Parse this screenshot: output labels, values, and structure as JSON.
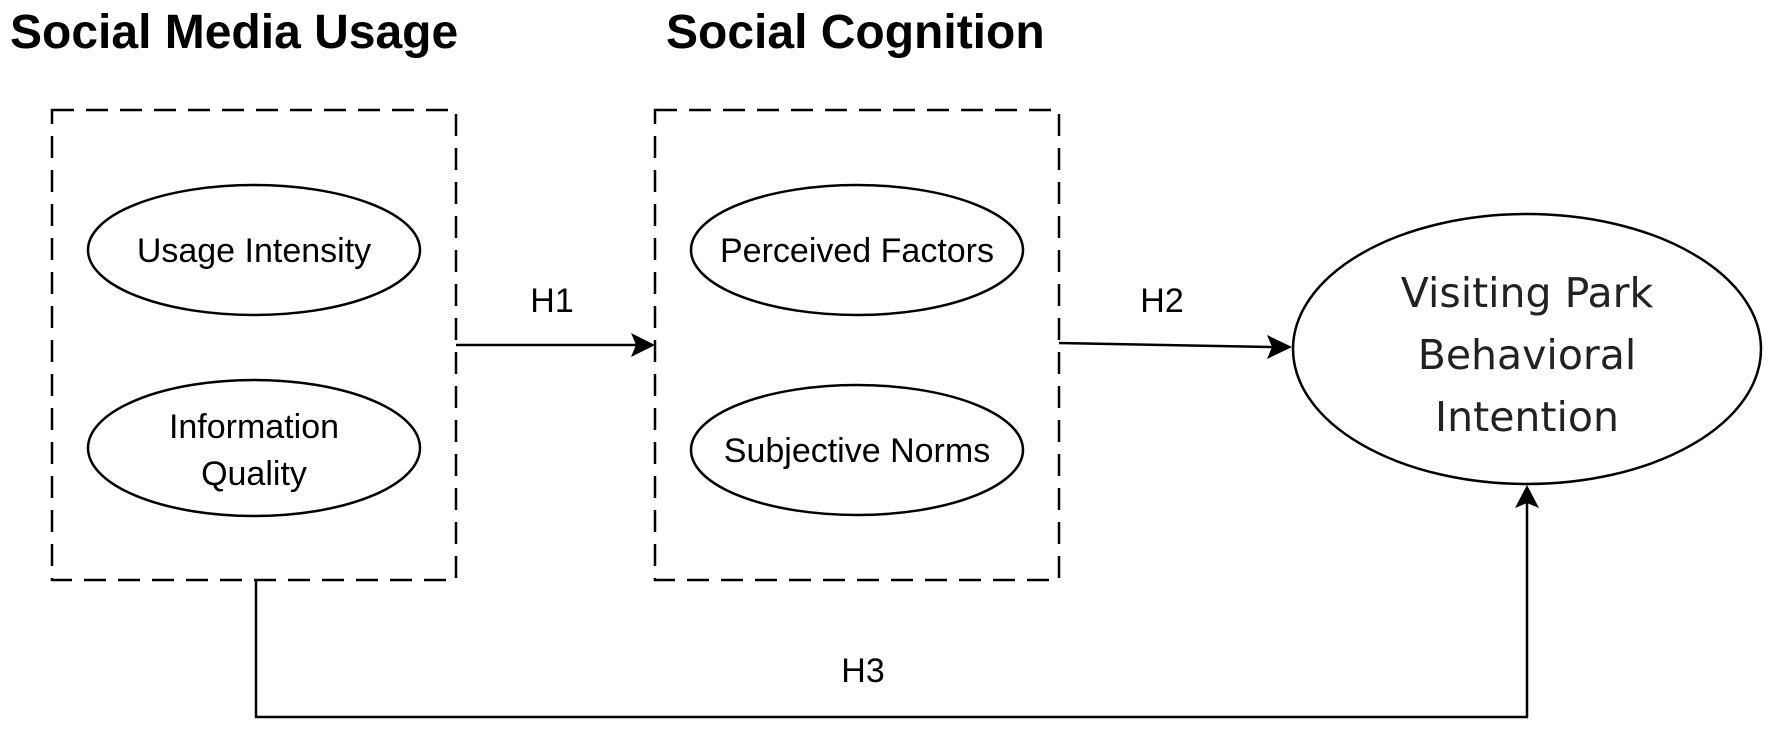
{
  "groups": {
    "social_media_usage": {
      "title": "Social Media Usage",
      "items": [
        {
          "line1": "Usage Intensity",
          "line2": ""
        },
        {
          "line1": "Information",
          "line2": "Quality"
        }
      ]
    },
    "social_cognition": {
      "title": "Social Cognition",
      "items": [
        {
          "line1": "Perceived Factors",
          "line2": ""
        },
        {
          "line1": "Subjective Norms",
          "line2": ""
        }
      ]
    }
  },
  "outcome": {
    "lines": [
      "Visiting Park",
      "Behavioral",
      "Intention"
    ]
  },
  "hypotheses": {
    "h1": "H1",
    "h2": "H2",
    "h3": "H3"
  }
}
